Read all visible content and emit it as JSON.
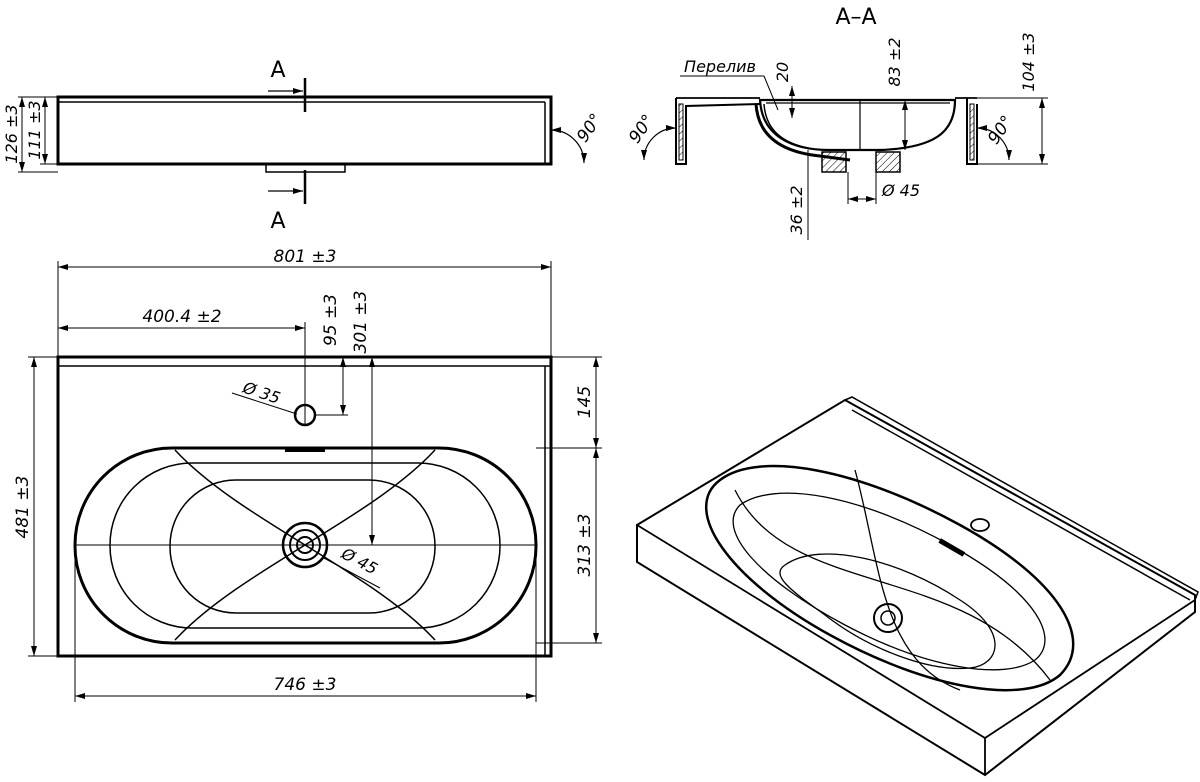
{
  "section": {
    "cut_label": "A",
    "title": "A–A",
    "overflow_label": "Перелив"
  },
  "dims": {
    "height_total": "126 ±3",
    "height_body": "111 ±3",
    "angle_side": "90°",
    "angle_left": "90°",
    "angle_right": "90°",
    "overflow_depth": "20",
    "bowl_depth": "83 ±2",
    "section_height": "104 ±3",
    "drain_height": "36 ±2",
    "drain_dia_section": "Ø 45",
    "width_total": "801 ±3",
    "center_offset": "400.4 ±2",
    "tap_hole_y": "95 ±3",
    "drain_y": "301 ±3",
    "tap_hole_dia": "Ø 35",
    "back_ledge": "145",
    "depth_total": "481 ±3",
    "bowl_length": "313 ±3",
    "drain_dia_plan": "Ø 45",
    "bowl_width": "746 ±3"
  }
}
